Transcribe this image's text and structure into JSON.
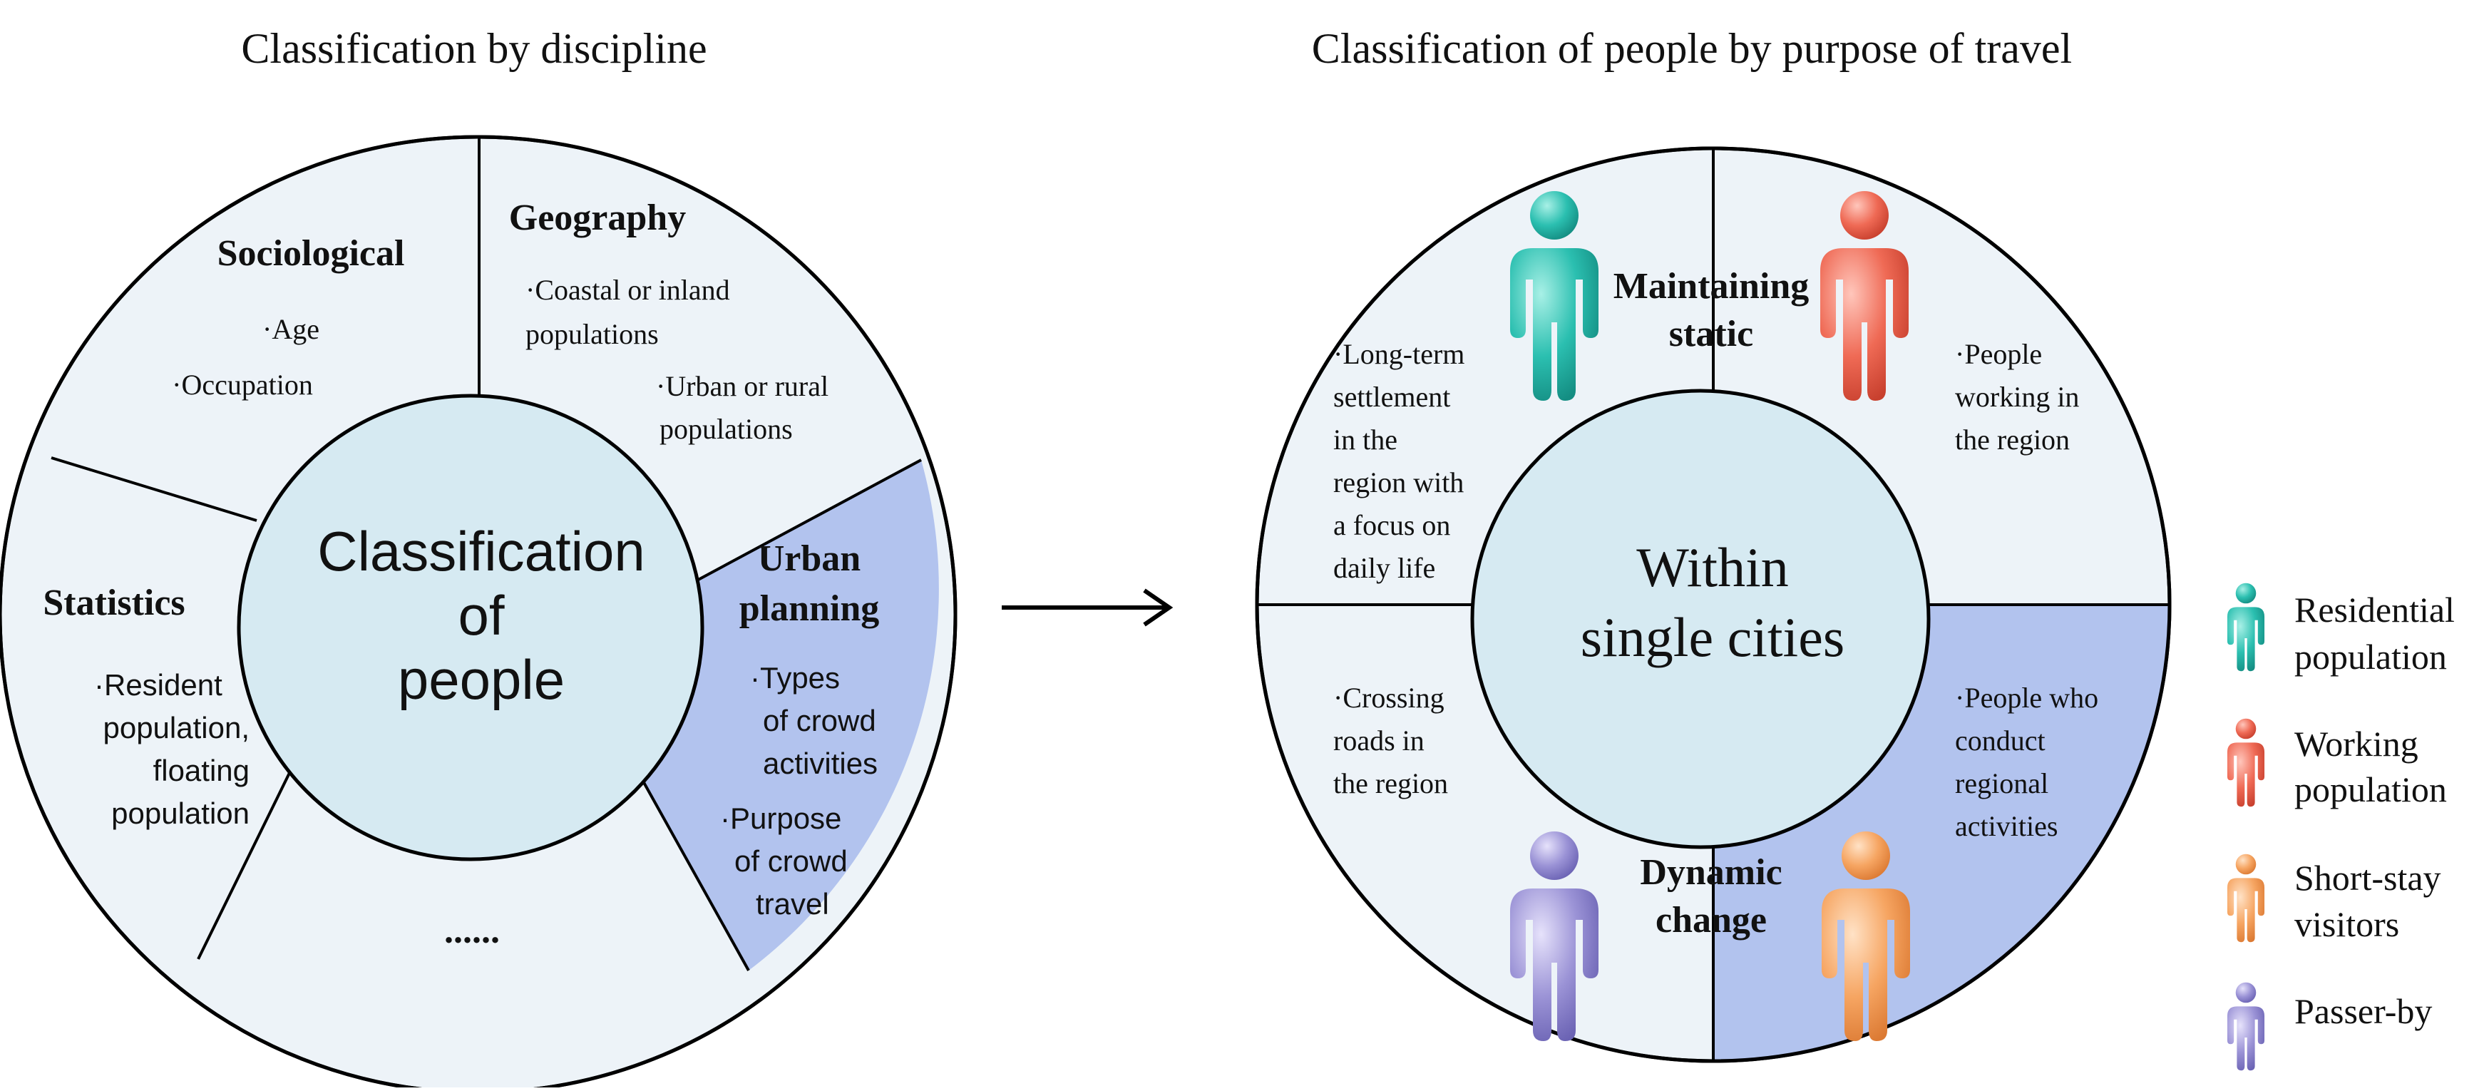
{
  "left_diagram": {
    "heading": "Classification by discipline",
    "center": [
      "Classification",
      "of",
      "people"
    ],
    "sociological": {
      "title": "Sociological",
      "items": [
        "·Age",
        "·Occupation"
      ]
    },
    "geography": {
      "title": "Geography",
      "items": [
        "·Coastal or inland",
        "populations",
        "·Urban or rural",
        "populations"
      ]
    },
    "urban_planning": {
      "title": [
        "Urban",
        "planning"
      ],
      "items": [
        "·Types",
        "of crowd",
        "activities",
        "·Purpose",
        "of crowd",
        "travel"
      ]
    },
    "statistics": {
      "title": "Statistics",
      "items": [
        "·Resident",
        "population,",
        "floating",
        "population"
      ]
    },
    "other": "......",
    "colors": {
      "segment_fill": "#edf3f8",
      "highlight_fill": "#b2c3ee",
      "center_fill": "#d6eaf2"
    }
  },
  "arrow": {
    "icon": "right-arrow-icon"
  },
  "right_diagram": {
    "heading": "Classification of people by purpose of travel",
    "center": [
      "Within",
      "single cities"
    ],
    "top_label": [
      "Maintaining",
      "static"
    ],
    "bottom_label": [
      "Dynamic",
      "change"
    ],
    "top_left": [
      "·Long-term",
      "settlement",
      "in the",
      "region with",
      "a focus on",
      "daily life"
    ],
    "top_right": [
      "·People",
      "working in",
      "the region"
    ],
    "bottom_left": [
      "·Crossing",
      "roads in",
      "the region"
    ],
    "bottom_right": [
      "·People who",
      "conduct",
      "regional",
      "activities"
    ],
    "colors": {
      "segment_fill": "#edf3f8",
      "highlight_fill": "#b2c3ee",
      "center_fill": "#d6eaf2"
    }
  },
  "legend": [
    {
      "label": [
        "Residential",
        "population"
      ],
      "color": "#2bbfb0",
      "icon": "residential-person-icon"
    },
    {
      "label": [
        "Working",
        "population"
      ],
      "color": "#ef6a55",
      "icon": "working-person-icon"
    },
    {
      "label": [
        "Short-stay",
        "visitors"
      ],
      "color": "#f6a562",
      "icon": "visitor-person-icon"
    },
    {
      "label": [
        "Passer-by"
      ],
      "color": "#9b93d6",
      "icon": "passer-by-person-icon"
    }
  ]
}
